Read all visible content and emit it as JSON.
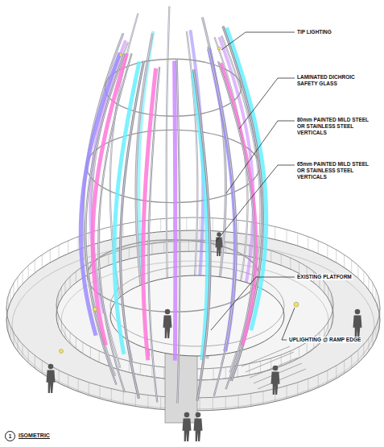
{
  "diagram": {
    "title": "ISOMETRIC",
    "labels": [
      "TIP LIGHTING",
      "LAMINATED DICHROIC SAFETY GLASS",
      "80mm PAINTED MILD STEEL OR STAINLESS STEEL VERTICALS",
      "65mm PAINTED MILD STEEL OR STAINLESS STEEL VERTICALS",
      "EXISTING PLATFORM",
      "UPLIGHTING @ RAMP EDGE",
      "1"
    ]
  }
}
